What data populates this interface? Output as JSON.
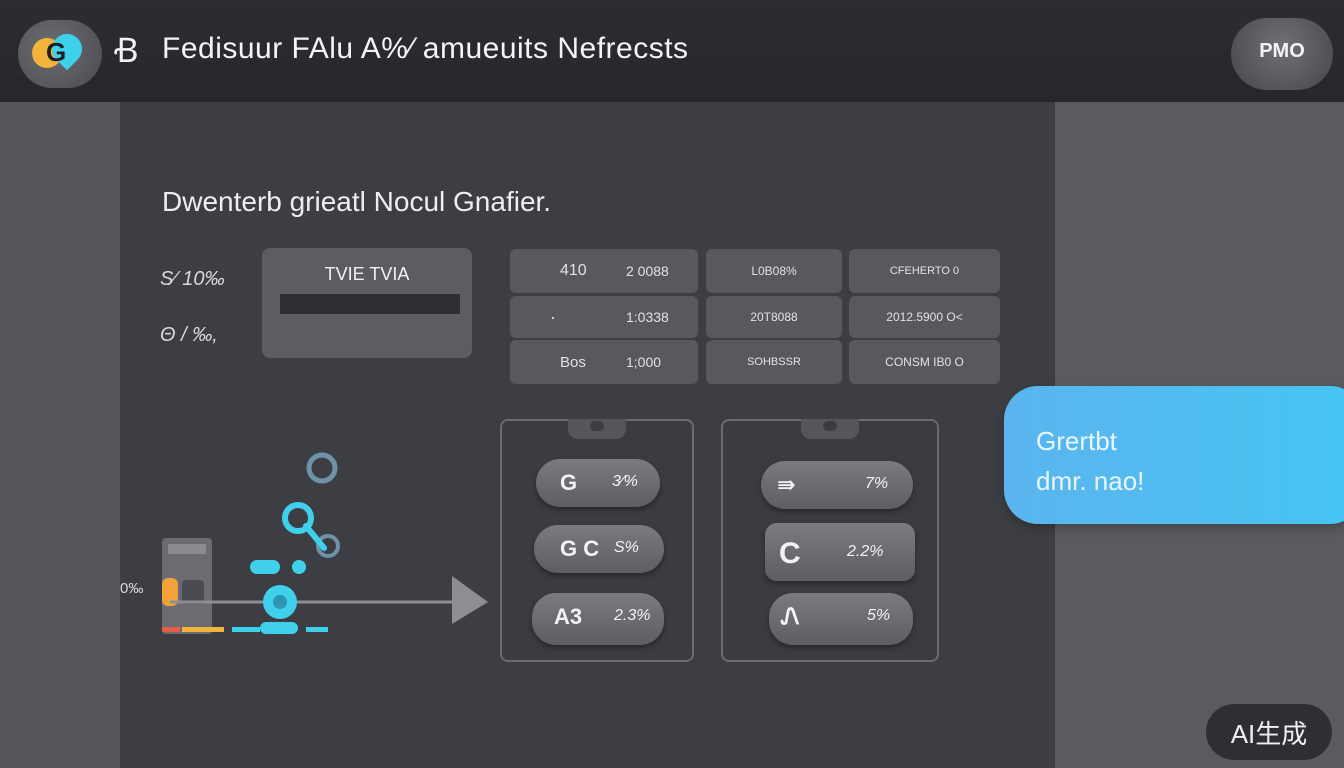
{
  "header": {
    "logo_letter": "G",
    "app_glyph": "Ꞗ",
    "title": "Fedisuur FAlu A%∕ amueuits Nefrecsts",
    "profile_label": "PMO"
  },
  "main": {
    "section_title": "Dwenterb grieatl Nocul Gnafier.",
    "side_labels": [
      "S⁄ 10‰",
      "Θ / ‰,"
    ],
    "input_card": {
      "label": "TVIE TVIA",
      "value": ""
    },
    "table": {
      "rows": [
        [
          "410",
          "2 0088",
          "L0B08%",
          "CFEHERTO 0"
        ],
        [
          "·",
          "1:0338",
          "20T8088",
          "2012.5900 O<"
        ],
        [
          "Bos",
          "1;000",
          "SOHBSSR",
          "CONSM IB0 O"
        ]
      ]
    },
    "diagram": {
      "axis_label": "0‰"
    },
    "pill_cards": [
      {
        "pills": [
          {
            "icon": "G",
            "value": "3⁄%"
          },
          {
            "icon": "G C",
            "value": "S%"
          },
          {
            "icon": "A3",
            "value": "2.3%"
          }
        ]
      },
      {
        "pills": [
          {
            "icon": "⇛",
            "value": "7%"
          },
          {
            "icon": "C",
            "value": "2.2%"
          },
          {
            "icon": "Ꮑ",
            "value": "5%"
          }
        ]
      }
    ]
  },
  "callout": {
    "line1": "Grertbt",
    "line2": "dmr. nao!"
  },
  "watermark": "AI生成",
  "colors": {
    "accent_cyan": "#45c6f2",
    "accent_orange": "#f2b43a",
    "background": "#3d3e43"
  }
}
